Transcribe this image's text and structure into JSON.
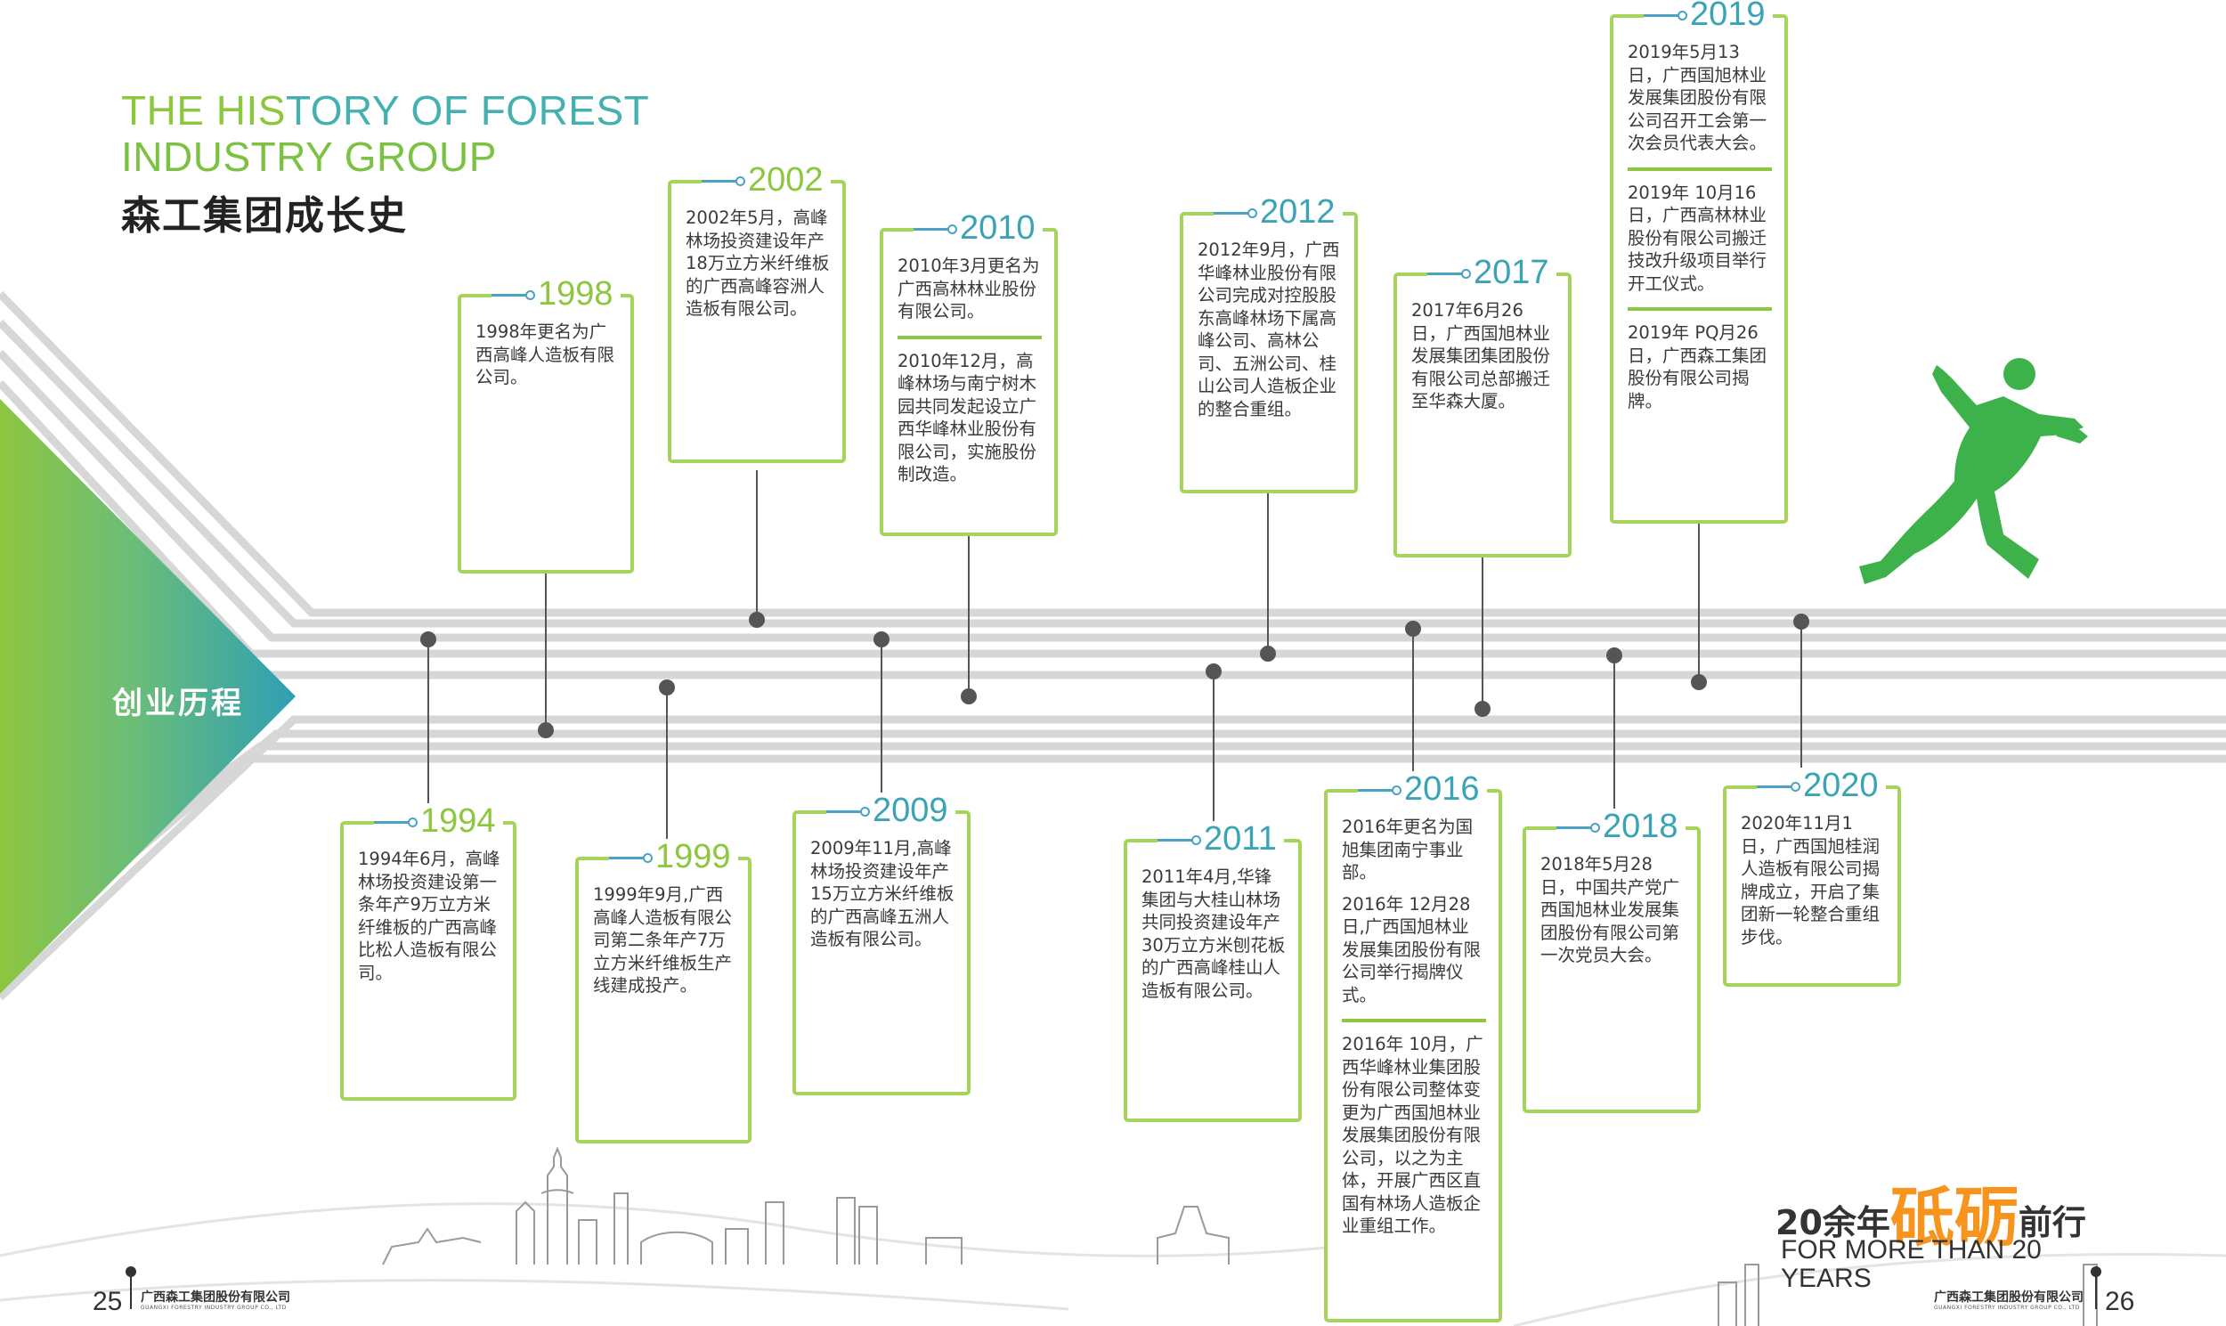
{
  "title": {
    "en_line1_a": "THE HIS",
    "en_line1_b": "TORY OF FOREST",
    "en_line2": "INDUSTRY GROUP",
    "zh": "森工集团成长史"
  },
  "section_label": "创业历程",
  "milestones": [
    {
      "year": "1994",
      "paragraphs": [
        "1994年6月，高峰林场投资建设第一条年产9万立方米纤维板的广西高峰比松人造板有限公司。"
      ]
    },
    {
      "year": "1998",
      "paragraphs": [
        "1998年更名为广西高峰人造板有限公司。"
      ]
    },
    {
      "year": "1999",
      "paragraphs": [
        "1999年9月,广西高峰人造板有限公司第二条年产7万立方米纤维板生产线建成投产。"
      ]
    },
    {
      "year": "2002",
      "paragraphs": [
        "2002年5月，高峰林场投资建设年产18万立方米纤维板的广西高峰容洲人造板有限公司。"
      ]
    },
    {
      "year": "2009",
      "paragraphs": [
        "2009年11月,高峰林场投资建设年产15万立方米纤维板的广西高峰五洲人造板有限公司。"
      ]
    },
    {
      "year": "2010",
      "paragraphs": [
        "2010年3月更名为广西高林林业股份有限公司。",
        "2010年12月，高峰林场与南宁树木园共同发起设立广西华峰林业股份有限公司，实施股份制改造。"
      ]
    },
    {
      "year": "2011",
      "paragraphs": [
        "2011年4月,华锋集团与大桂山林场共同投资建设年产30万立方米刨花板的广西高峰桂山人造板有限公司。"
      ]
    },
    {
      "year": "2012",
      "paragraphs": [
        "2012年9月，广西华峰林业股份有限公司完成对控股股东高峰林场下属高峰公司、高林公司、五洲公司、桂山公司人造板企业的整合重组。"
      ]
    },
    {
      "year": "2016",
      "paragraphs": [
        "2016年更名为国旭集团南宁事业部。",
        "2016年 12月28日,广西国旭林业发展集团股份有限公司举行揭牌仪式。",
        "2016年 10月，广西华峰林业集团股份有限公司整体变更为广西国旭林业发展集团股份有限公司，以之为主体，开展广西区直国有林场人造板企业重组工作。"
      ]
    },
    {
      "year": "2017",
      "paragraphs": [
        "2017年6月26日，广西国旭林业发展集团集团股份有限公司总部搬迁至华森大厦。"
      ]
    },
    {
      "year": "2018",
      "paragraphs": [
        "2018年5月28日，中国共产党广西国旭林业发展集团股份有限公司第一次党员大会。"
      ]
    },
    {
      "year": "2019",
      "paragraphs": [
        "2019年5月13日，广西国旭林业发展集团股份有限公司召开工会第一次会员代表大会。",
        "2019年 10月16日，广西高林林业股份有限公司搬迁技改升级项目举行开工仪式。",
        "2019年 PQ月26日，广西森工集团股份有限公司揭牌。"
      ]
    },
    {
      "year": "2020",
      "paragraphs": [
        "2020年11月1日，广西国旭桂润人造板有限公司揭牌成立，开启了集团新一轮整合重组步伐。"
      ]
    }
  ],
  "tagline": {
    "zh_a": "20余年",
    "zh_big": "砥砺",
    "zh_b": "前行",
    "en": "FOR MORE THAN 20 YEARS"
  },
  "footer": {
    "page_left": "25",
    "page_right": "26",
    "company_zh": "广西森工集团股份有限公司",
    "company_en": "GUANGXI FORESTRY INDUSTRY GROUP CO., LTD"
  },
  "colors": {
    "lime": "#8dc63f",
    "card_border": "#a6d45a",
    "teal": "#3aa3b5",
    "runner": "#3db24a",
    "orange": "#f7941d"
  },
  "icons": [
    "runner-silhouette",
    "city-skyline",
    "year-connector-icon"
  ]
}
